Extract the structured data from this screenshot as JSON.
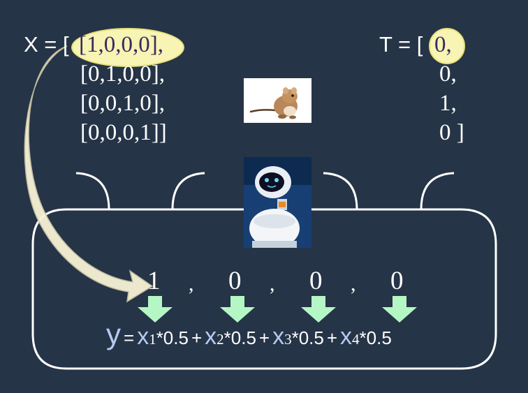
{
  "x_matrix": {
    "label": "X = [",
    "rows": [
      "[1,0,0,0],",
      "[0,1,0,0],",
      "[0,0,1,0],",
      "[0,0,0,1]]"
    ]
  },
  "t_vector": {
    "label": "T = [",
    "values": [
      "0,",
      "0,",
      "1,",
      "0 ]"
    ]
  },
  "inputs": {
    "values": [
      "1",
      "0",
      "0",
      "0"
    ],
    "separator": ","
  },
  "equation": {
    "output": "y",
    "equals": "=",
    "plus": "+",
    "var": "x",
    "weight_text": "*0.5",
    "subscripts": [
      "1",
      "2",
      "3",
      "4"
    ]
  },
  "colors": {
    "background": "#263447",
    "highlight": "#f7f4b4",
    "arrow": "#b5f7c4",
    "curve_arrow": "#f6f2d6",
    "variable": "#b6c9ef"
  },
  "images": [
    "gerbil",
    "robot"
  ]
}
